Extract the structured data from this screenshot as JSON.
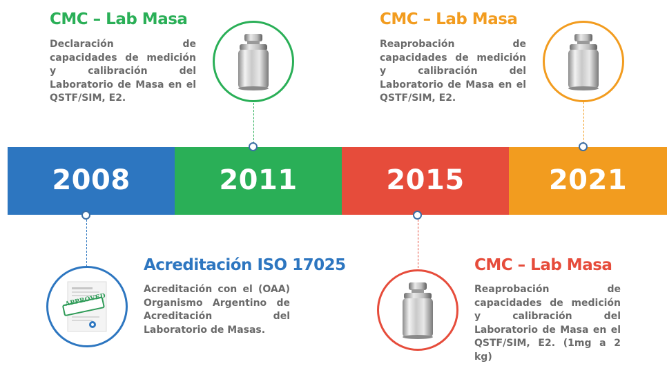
{
  "colors": {
    "blue": "#2d76c0",
    "green": "#2aaf57",
    "red": "#e64c3b",
    "orange": "#f29c1f",
    "text_gray": "#6a6a6a"
  },
  "timeline": {
    "years": [
      "2008",
      "2011",
      "2015",
      "2021"
    ]
  },
  "events": [
    {
      "year": "2008",
      "title": "Acreditación ISO 17025",
      "description": "Acreditación con el (OAA) Organismo Argentino de Acreditación del Laboratorio de Masas.",
      "icon": "approved-document-icon",
      "stamp_text": "APPROVED"
    },
    {
      "year": "2011",
      "title": "CMC – Lab Masa",
      "description": "Declaración de capacidades de medición y calibración del Laboratorio de Masa en el QSTF/SIM, E2.",
      "icon": "mass-weight-icon"
    },
    {
      "year": "2015",
      "title": "CMC – Lab Masa",
      "description": "Reaprobación de capacidades de medición y calibración del Laboratorio de Masa en el QSTF/SIM, E2. (1mg a 2 kg)",
      "icon": "mass-weight-icon"
    },
    {
      "year": "2021",
      "title": "CMC – Lab Masa",
      "description": "Reaprobación de capacidades de medición y calibración del Laboratorio de Masa en el QSTF/SIM, E2.",
      "icon": "mass-weight-icon"
    }
  ]
}
